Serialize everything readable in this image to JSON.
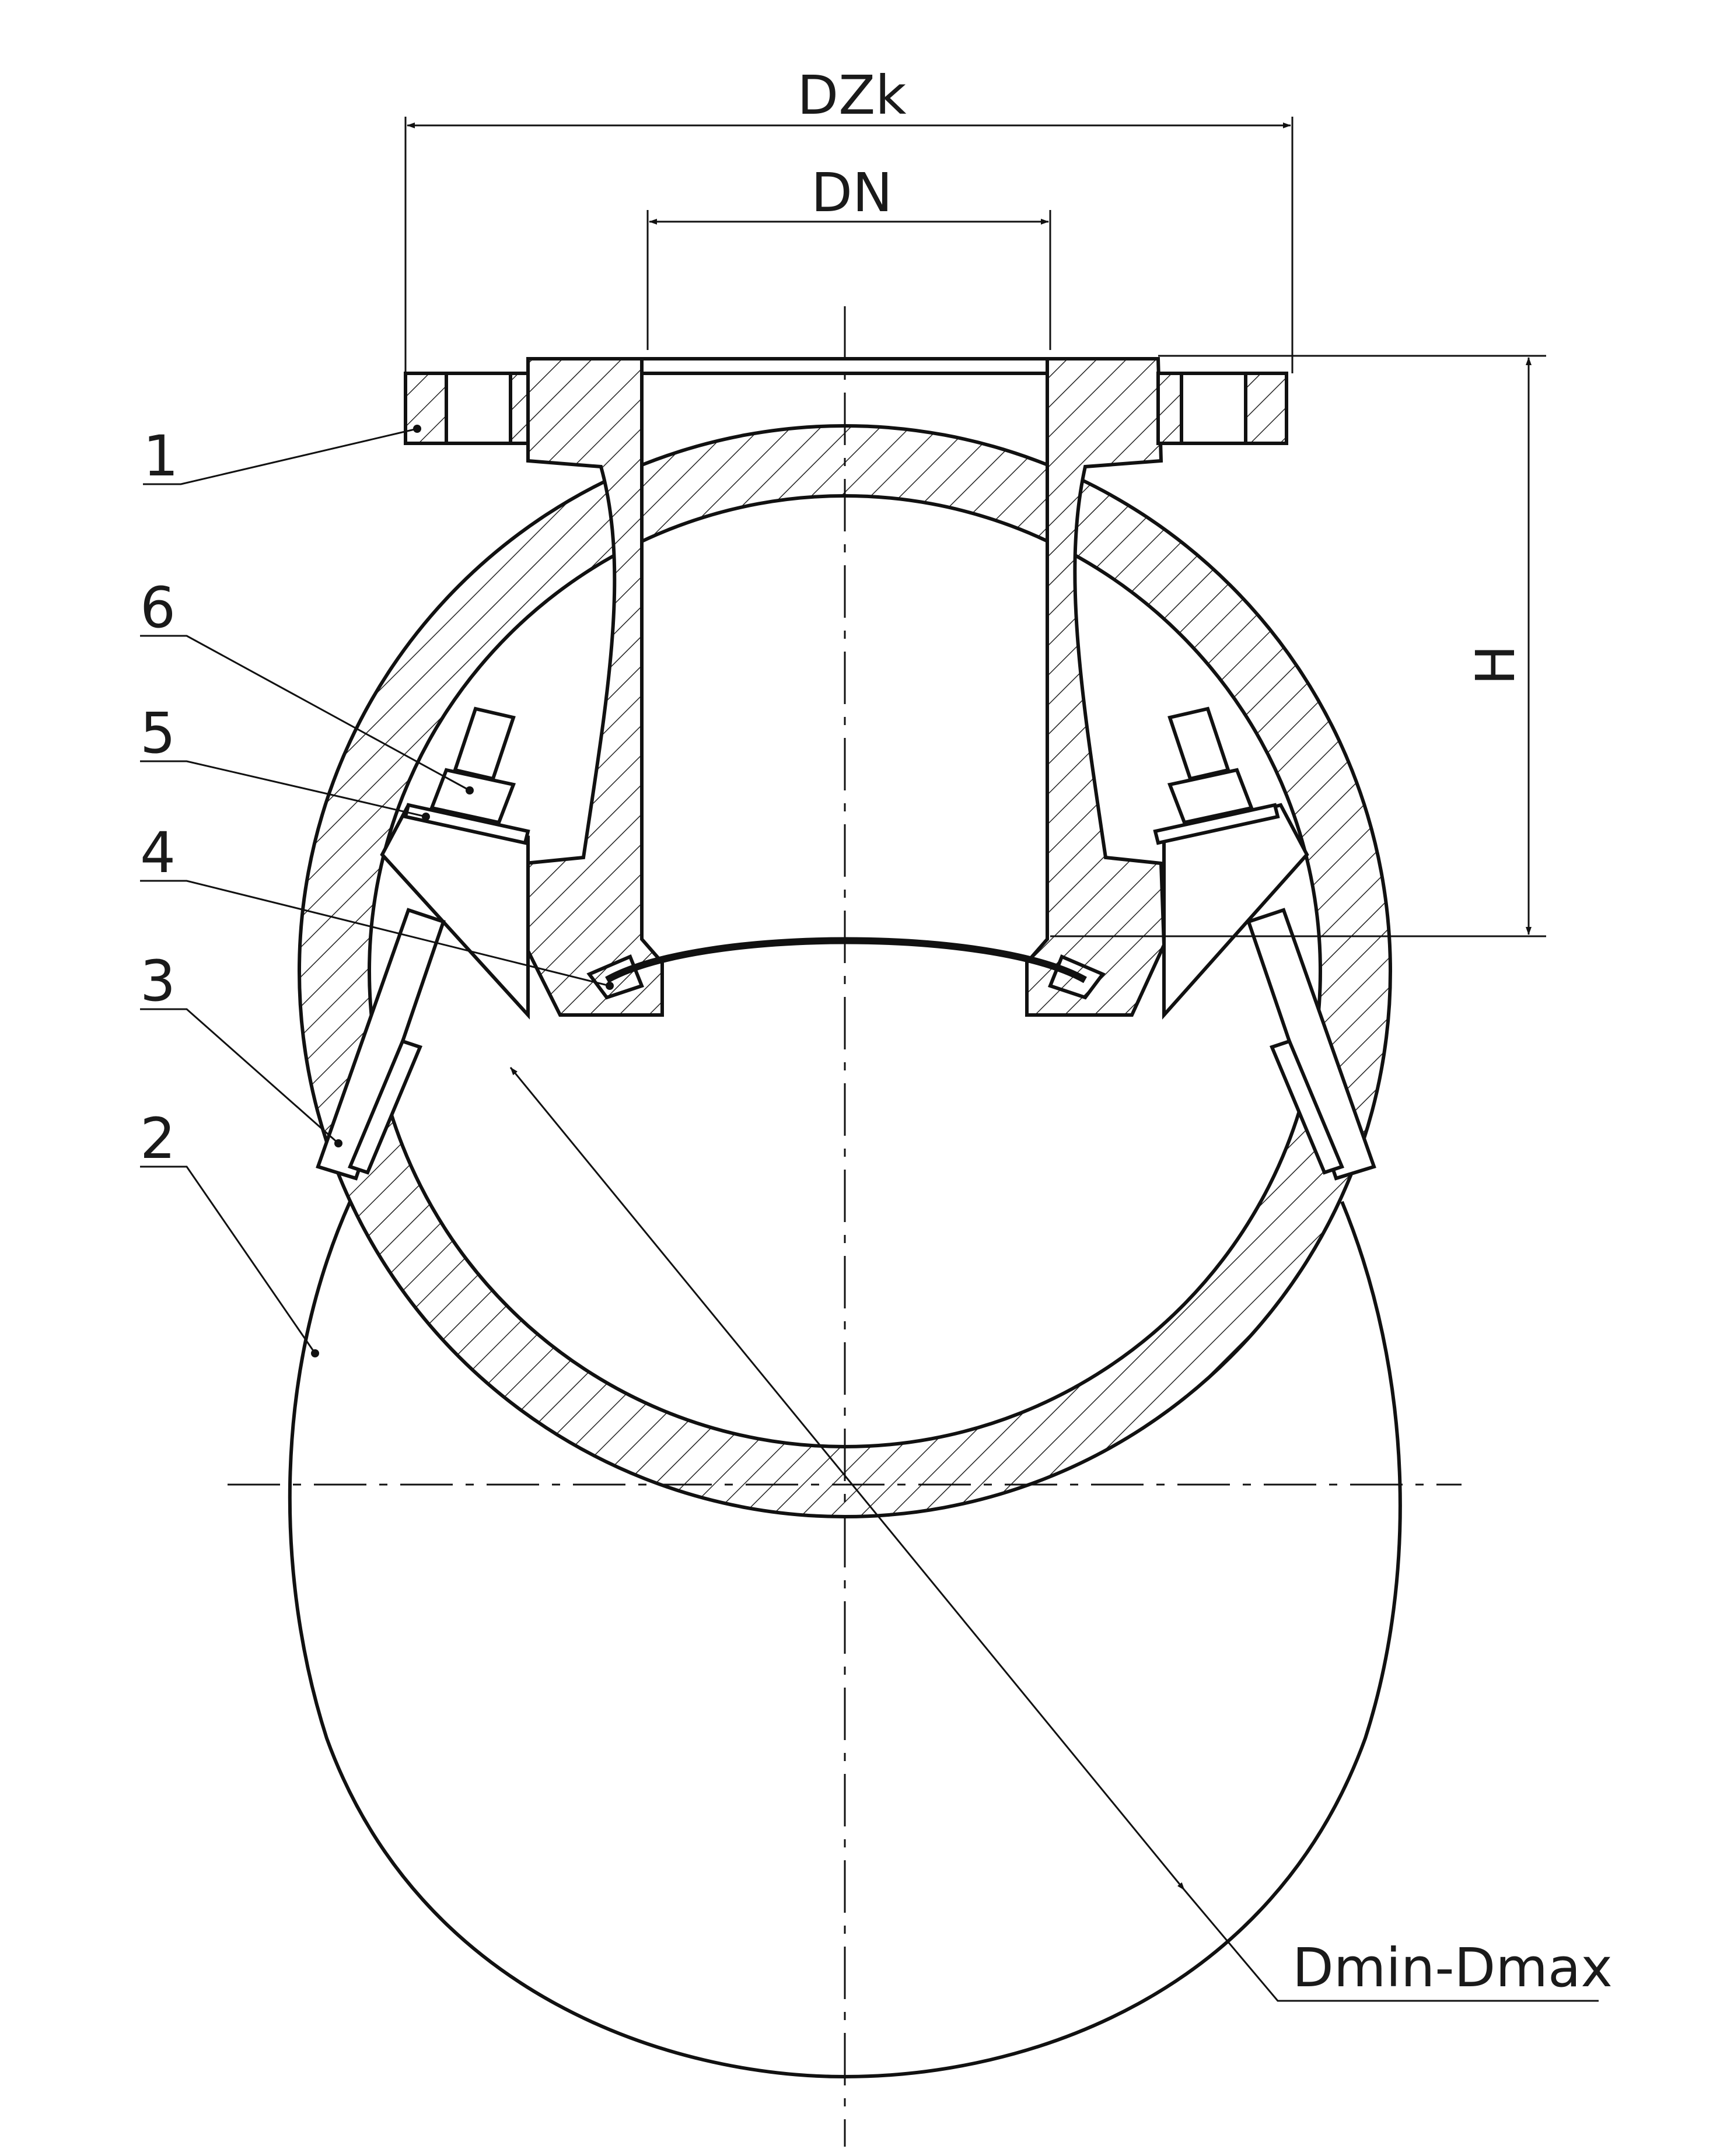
{
  "dimensions": {
    "flange_outer_diameter": "DZk",
    "nominal_diameter": "DN",
    "height": "H",
    "pipe_diameter_range": "Dmin-Dmax"
  },
  "position_numbers": [
    "1",
    "6",
    "5",
    "4",
    "3",
    "2"
  ],
  "colors": {
    "line": "#111111",
    "background": "#ffffff"
  }
}
